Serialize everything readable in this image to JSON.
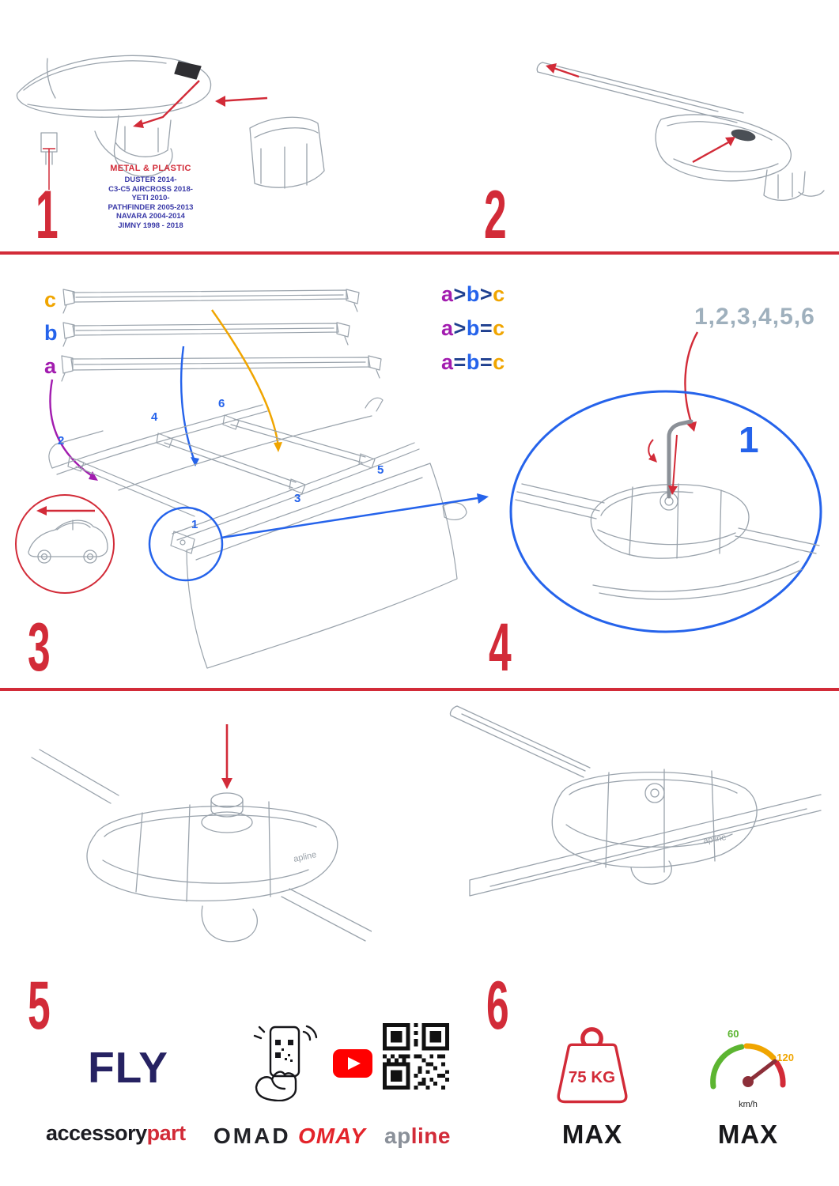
{
  "title": "Roof rack installation instruction sheet",
  "colors": {
    "accent_red": "#d22b38",
    "navy": "#262262",
    "blue": "#2563eb",
    "purple": "#a21caf",
    "orange": "#f0a500",
    "drawing_gray": "#9aa3ac",
    "sequence_gray": "#9fb0bd",
    "models_blue": "#3a3aa8"
  },
  "step1": {
    "number": "1",
    "material": "METAL & PLASTIC",
    "models": [
      "DUSTER 2014-",
      "C3-C5 AIRCROSS 2018-",
      "YETI 2010-",
      "PATHFINDER 2005-2013",
      "NAVARA 2004-2014",
      "JIMNY 1998 - 2018"
    ]
  },
  "step2": {
    "number": "2"
  },
  "step3": {
    "number": "3",
    "bar_labels": [
      "c",
      "b",
      "a"
    ],
    "formulas": [
      [
        "a",
        ">",
        "b",
        ">",
        "c"
      ],
      [
        "a",
        ">",
        "b",
        "=",
        "c"
      ],
      [
        "a",
        "=",
        "b",
        "=",
        "c"
      ]
    ],
    "positions": [
      "1",
      "2",
      "3",
      "4",
      "5",
      "6"
    ]
  },
  "step4": {
    "number": "4",
    "sequence": "1,2,3,4,5,6",
    "callout": "1"
  },
  "step5": {
    "number": "5"
  },
  "step6": {
    "number": "6"
  },
  "brand_mark": "apline",
  "footer": {
    "fly": "FLY",
    "accessory": "accessory",
    "part": "part",
    "omad": "OMAD",
    "omay": "OMAY",
    "apline_ap": "ap",
    "apline_line": "line",
    "weight_value": "75 KG",
    "weight_max": "MAX",
    "speed_low": "60",
    "speed_high": "120",
    "speed_unit": "km/h",
    "speed_max": "MAX"
  }
}
